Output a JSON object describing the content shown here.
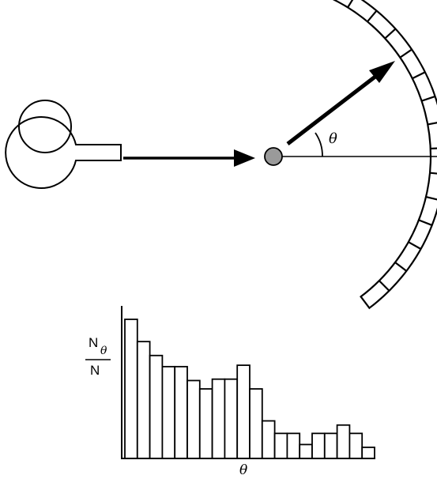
{
  "diagram": {
    "angle_label": "θ",
    "source_icon": "coiled-tube-source-icon",
    "target_icon": "scattering-target-icon",
    "detector_icon": "curved-detector-array-icon"
  },
  "histogram": {
    "ylabel_numerator": "N",
    "ylabel_subscript": "θ",
    "ylabel_denominator": "N",
    "xlabel": "θ"
  },
  "chart_data": {
    "type": "bar",
    "title": "",
    "xlabel": "θ",
    "ylabel": "Nθ/N",
    "values": [
      100,
      84,
      74,
      66,
      66,
      56,
      50,
      57,
      57,
      67,
      50,
      27,
      18,
      18,
      10,
      18,
      18,
      24,
      18,
      8
    ],
    "ylim": [
      0,
      110
    ],
    "grid": false
  },
  "colors": {
    "stroke": "#000000",
    "target_fill": "#9a9a9a",
    "background": "#ffffff"
  }
}
